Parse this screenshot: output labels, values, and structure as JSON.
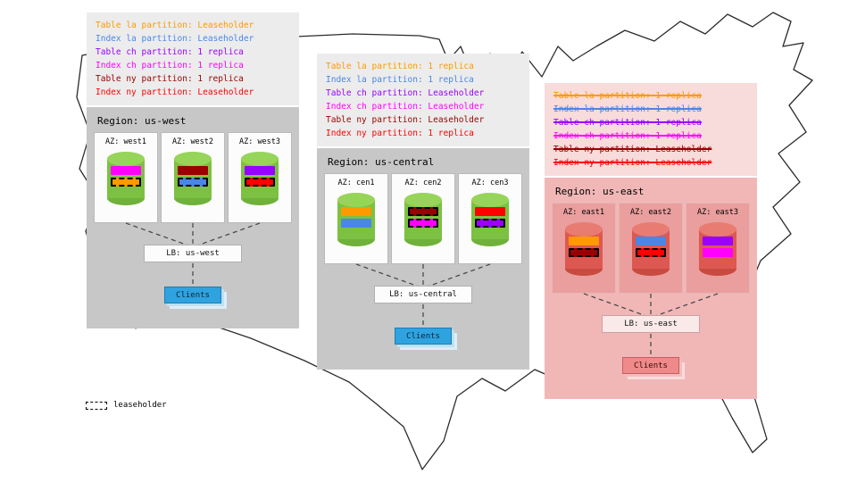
{
  "diagram": {
    "description": "Multi-region database deployment over US map with us-east region failed",
    "legend": {
      "label": "leaseholder"
    }
  },
  "palette": {
    "annotation_orange": "#FF9900",
    "annotation_blue": "#4A86E8",
    "annotation_purple": "#9900FF",
    "annotation_magenta": "#FF00FF",
    "annotation_darkred": "#990000",
    "annotation_red": "#FF0000",
    "region_gray_bg": "#C7C7C7",
    "annotation_gray_bg": "#ECECEC",
    "region_pink_bg": "#F1B7B7",
    "annotation_pink_bg": "#F8DBDB",
    "cylinder_green": "#7CC142",
    "cylinder_red": "#DD5850",
    "clients_blue": "#2FA3E0",
    "clients_salmon": "#EF8A8A"
  },
  "regions": [
    {
      "title": "Region: us-west",
      "annotation_struck": false,
      "annotation": [
        {
          "text": "Table la partition: Leaseholder",
          "color": "#FF9900"
        },
        {
          "text": "Index la partition: Leaseholder",
          "color": "#4A86E8"
        },
        {
          "text": "Table ch partition: 1 replica",
          "color": "#9900FF"
        },
        {
          "text": "Index ch partition: 1 replica",
          "color": "#FF00FF"
        },
        {
          "text": "Table ny partition: 1 replica",
          "color": "#990000"
        },
        {
          "text": "Index ny partition: Leaseholder",
          "color": "#FF0000"
        }
      ],
      "azs": [
        {
          "label": "AZ: west1",
          "bars": [
            {
              "color": "#FF00FF",
              "leaseholder": false
            },
            {
              "color": "#FF9900",
              "leaseholder": true
            }
          ]
        },
        {
          "label": "AZ: west2",
          "bars": [
            {
              "color": "#990000",
              "leaseholder": false
            },
            {
              "color": "#4A86E8",
              "leaseholder": true
            }
          ]
        },
        {
          "label": "AZ: west3",
          "bars": [
            {
              "color": "#9900FF",
              "leaseholder": false
            },
            {
              "color": "#FF0000",
              "leaseholder": true
            }
          ]
        }
      ],
      "lb_label": "LB: us-west",
      "clients_label": "Clients"
    },
    {
      "title": "Region: us-central",
      "annotation_struck": false,
      "annotation": [
        {
          "text": "Table la partition: 1 replica",
          "color": "#FF9900"
        },
        {
          "text": "Index la partition: 1 replica",
          "color": "#4A86E8"
        },
        {
          "text": "Table ch partition: Leaseholder",
          "color": "#9900FF"
        },
        {
          "text": "Index ch partition: Leaseholder",
          "color": "#FF00FF"
        },
        {
          "text": "Table ny partition: Leaseholder",
          "color": "#990000"
        },
        {
          "text": "Index ny partition: 1 replica",
          "color": "#FF0000"
        }
      ],
      "azs": [
        {
          "label": "AZ: cen1",
          "bars": [
            {
              "color": "#FF9900",
              "leaseholder": false
            },
            {
              "color": "#4A86E8",
              "leaseholder": false
            }
          ]
        },
        {
          "label": "AZ: cen2",
          "bars": [
            {
              "color": "#990000",
              "leaseholder": true
            },
            {
              "color": "#FF00FF",
              "leaseholder": true
            }
          ]
        },
        {
          "label": "AZ: cen3",
          "bars": [
            {
              "color": "#FF0000",
              "leaseholder": false
            },
            {
              "color": "#9900FF",
              "leaseholder": true
            }
          ]
        }
      ],
      "lb_label": "LB: us-central",
      "clients_label": "Clients"
    },
    {
      "title": "Region: us-east",
      "annotation_struck": true,
      "annotation": [
        {
          "text": "Table la partition: 1 replica",
          "color": "#FF9900"
        },
        {
          "text": "Index la partition: 1 replica",
          "color": "#4A86E8"
        },
        {
          "text": "Table ch partition: 1 replica",
          "color": "#9900FF"
        },
        {
          "text": "Index ch partition: 1 replica",
          "color": "#FF00FF"
        },
        {
          "text": "Table ny partition: Leaseholder",
          "color": "#990000"
        },
        {
          "text": "Index ny partition: Leaseholder",
          "color": "#FF0000"
        }
      ],
      "azs": [
        {
          "label": "AZ: east1",
          "bars": [
            {
              "color": "#FF9900",
              "leaseholder": false
            },
            {
              "color": "#990000",
              "leaseholder": true
            }
          ]
        },
        {
          "label": "AZ: east2",
          "bars": [
            {
              "color": "#4A86E8",
              "leaseholder": false
            },
            {
              "color": "#FF0000",
              "leaseholder": true
            }
          ]
        },
        {
          "label": "AZ: east3",
          "bars": [
            {
              "color": "#9900FF",
              "leaseholder": false
            },
            {
              "color": "#FF00FF",
              "leaseholder": false
            }
          ]
        }
      ],
      "lb_label": "LB: us-east",
      "clients_label": "Clients"
    }
  ]
}
